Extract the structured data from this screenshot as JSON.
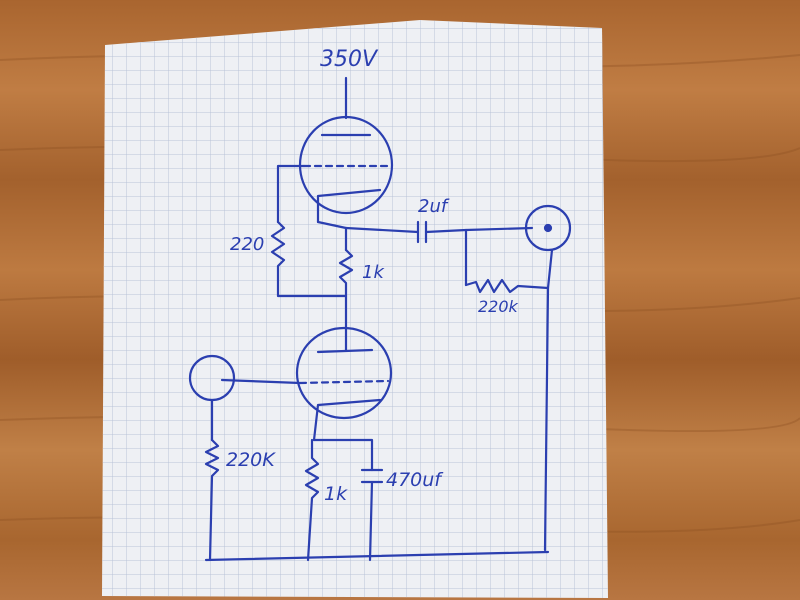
{
  "labels": {
    "supply": "350V",
    "coupling_cap": "2uf",
    "top_grid_resistor": "220",
    "top_cathode_resistor": "1k",
    "output_resistor": "220k",
    "input_grid_resistor": "220K",
    "bottom_cathode_resistor": "1k",
    "bypass_cap": "470uf"
  },
  "colors": {
    "ink": "#2b3fb0",
    "paper": "#eef0f4",
    "grid": "#b9c3d8",
    "wood": "#b0703a"
  }
}
